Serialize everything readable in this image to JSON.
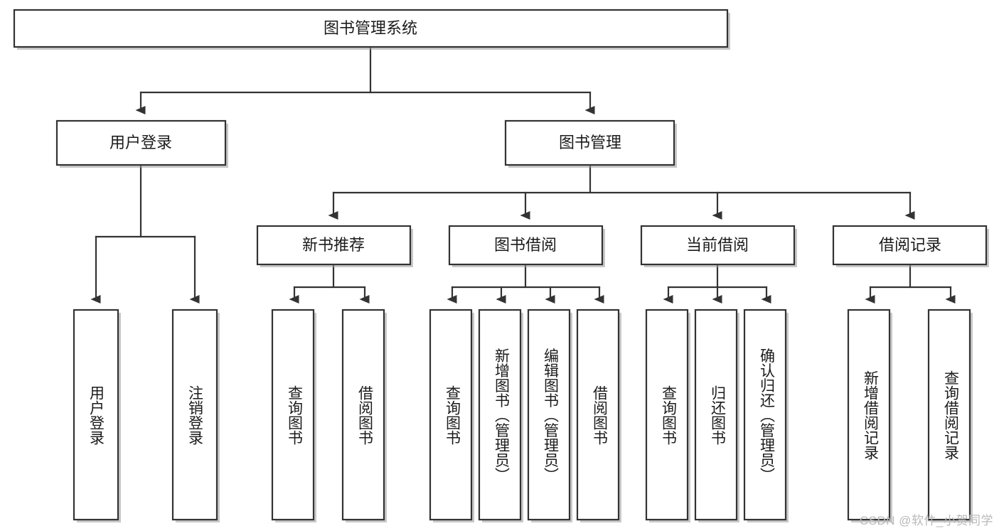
{
  "diagram": {
    "type": "tree",
    "title": "图书管理系统",
    "watermark": "CSDN @软件_小贺同学",
    "colors": {
      "box_stroke": "#333333",
      "box_fill": "#ffffff",
      "text": "#1b1b1b",
      "connector": "#333333",
      "watermark": "#b9b9b9",
      "background": "#ffffff"
    },
    "nodes": {
      "root": {
        "label": "图书管理系统"
      },
      "level1": [
        {
          "label": "用户登录"
        },
        {
          "label": "图书管理"
        }
      ],
      "level2": [
        {
          "label": "新书推荐"
        },
        {
          "label": "图书借阅"
        },
        {
          "label": "当前借阅"
        },
        {
          "label": "借阅记录"
        }
      ],
      "leaves": {
        "user_login": [
          {
            "label": "用户登录"
          },
          {
            "label": "注销登录"
          }
        ],
        "new_book": [
          {
            "label": "查询图书"
          },
          {
            "label": "借阅图书"
          }
        ],
        "book_borrow": [
          {
            "label": "查询图书"
          },
          {
            "label": "新增图书（管理员）"
          },
          {
            "label": "编辑图书（管理员）"
          },
          {
            "label": "借阅图书"
          }
        ],
        "current_borrow": [
          {
            "label": "查询图书"
          },
          {
            "label": "归还图书"
          },
          {
            "label": "确认归还（管理员）"
          }
        ],
        "borrow_record": [
          {
            "label": "新增借阅记录"
          },
          {
            "label": "查询借阅记录"
          }
        ]
      }
    }
  }
}
